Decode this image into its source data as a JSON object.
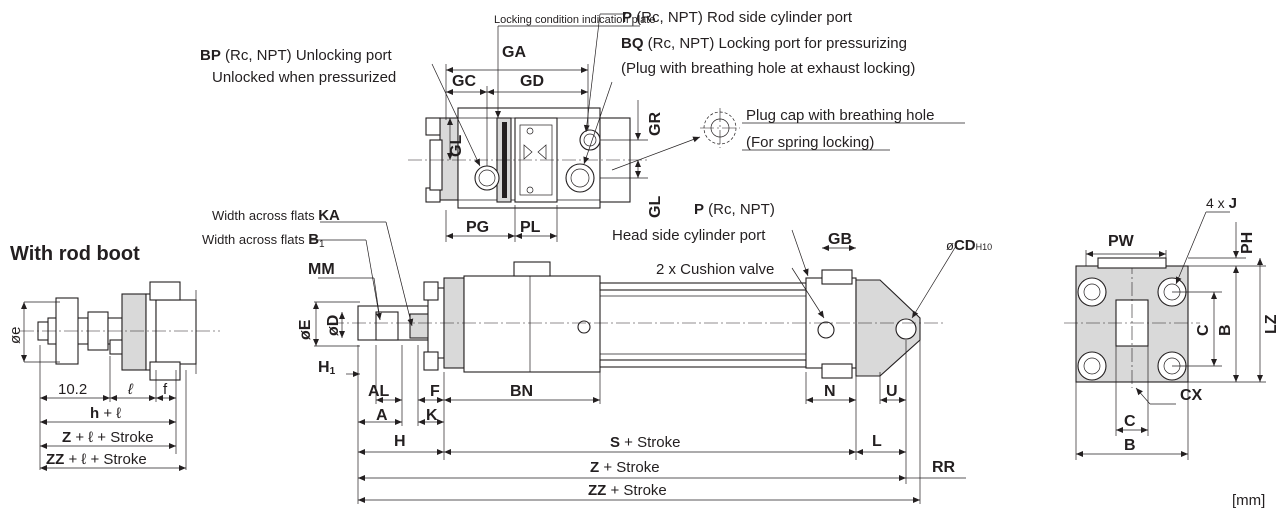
{
  "top_view": {
    "locking_plate_label": "Locking condition indication plate",
    "p_port": {
      "code": "P",
      "text": " (Rc, NPT) Rod side cylinder port"
    },
    "bp_port": {
      "code": "BP",
      "text": " (Rc, NPT) Unlocking port"
    },
    "bq_port": {
      "code": "BQ",
      "text": " (Rc, NPT) Locking port for pressurizing"
    },
    "unlocked_text": "Unlocked when pressurized",
    "plug_exhaust_text": "(Plug with breathing hole at exhaust locking)",
    "plug_cap_text": "Plug cap with breathing hole",
    "spring_locking_text": "(For spring locking)",
    "dims": {
      "ga": "GA",
      "gc": "GC",
      "gd": "GD",
      "gr": "GR",
      "gl_left": "GL",
      "gl_right": "GL",
      "pg": "PG",
      "pl": "PL"
    }
  },
  "rod_boot": {
    "title": "With rod boot",
    "oe": "øe",
    "v102": "10.2",
    "l": "ℓ",
    "f": "f",
    "h": {
      "code": "h",
      "suffix": " + ℓ"
    },
    "z": {
      "code": "Z",
      "suffix": " + ℓ + Stroke"
    },
    "zz": {
      "code": "ZZ",
      "suffix": " + ℓ + Stroke"
    }
  },
  "main_view": {
    "wa_ka": {
      "text": "Width across flats ",
      "code": "KA"
    },
    "wa_b1": {
      "text": "Width across flats ",
      "code": "B",
      "sub": "1"
    },
    "p_head": {
      "code": "P",
      "text": " (Rc, NPT)"
    },
    "head_port": "Head side cylinder port",
    "cushion": "2 x Cushion valve",
    "cd": {
      "prefix": "ø",
      "code": "CD",
      "sub": "H10"
    },
    "dims": {
      "mm": "MM",
      "e": "øE",
      "d": "øD",
      "h1": {
        "code": "H",
        "sub": "1"
      },
      "al": "AL",
      "a": "A",
      "f": "F",
      "k": "K",
      "h": "H",
      "bn": "BN",
      "n": "N",
      "u": "U",
      "gb": "GB",
      "l": "L",
      "rr": "RR"
    },
    "s": {
      "code": "S",
      "suffix": " + Stroke"
    },
    "z": {
      "code": "Z",
      "suffix": " + Stroke"
    },
    "zz": {
      "code": "ZZ",
      "suffix": " + Stroke"
    }
  },
  "end_view": {
    "pw": "PW",
    "j": {
      "prefix": "4 x ",
      "code": "J"
    },
    "ph": "PH",
    "c": "C",
    "b": "B",
    "lz": "LZ",
    "cx": "CX",
    "c_bottom": "C",
    "b_bottom": "B"
  },
  "unit": "[mm]"
}
